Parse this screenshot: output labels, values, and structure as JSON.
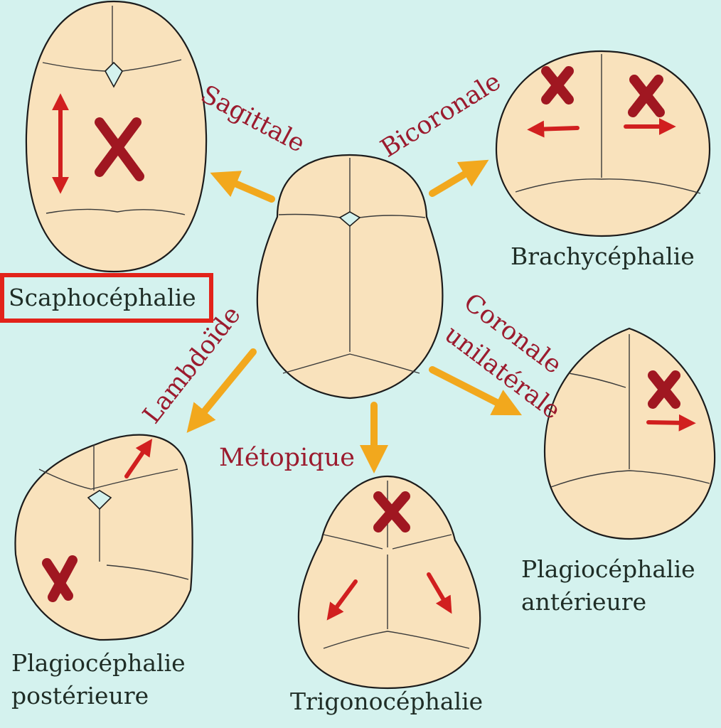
{
  "colors": {
    "background": "#d4f2ee",
    "skull_fill": "#f9e2bc",
    "suture_type_text": "#9b1b2e",
    "arrow_yellow": "#f2a81d",
    "mark_red": "#d11f1f",
    "x_mark": "#a01721",
    "condition_text": "#1f2d26",
    "highlight_box": "#e2231a"
  },
  "center": {
    "name": "normal-skull"
  },
  "sutures": {
    "sagittale": "Sagittale",
    "bicoronale": "Bicoronale",
    "coronale_line1": "Coronale",
    "coronale_line2": "unilatérale",
    "metopique": "Métopique",
    "lambdoide": "Lambdoïde"
  },
  "conditions": {
    "scaphocephalie": "Scaphocéphalie",
    "brachycephalie": "Brachycéphalie",
    "plagio_ant_line1": "Plagiocéphalie",
    "plagio_ant_line2": "antérieure",
    "trigonocephalie": "Trigonocéphalie",
    "plagio_post_line1": "Plagiocéphalie",
    "plagio_post_line2": "postérieure"
  },
  "highlight": {
    "label": "Scaphocéphalie",
    "color": "#e2231a"
  },
  "icons": [
    "x-mark-icon",
    "red-arrow-icon",
    "yellow-arrow-icon"
  ]
}
